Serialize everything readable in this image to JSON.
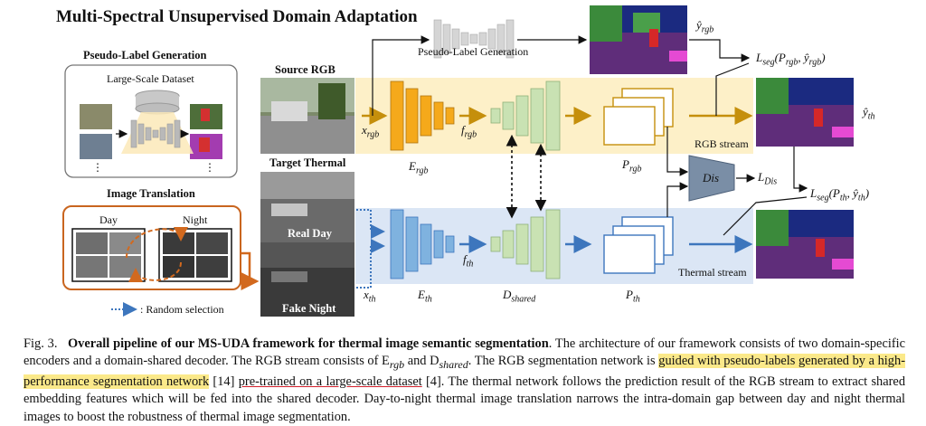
{
  "figure": {
    "title": "Multi-Spectral Unsupervised Domain Adaptation",
    "pseudo_label_box": {
      "header": "Pseudo-Label Generation",
      "dataset_label": "Large-Scale Dataset",
      "dots": "⋮"
    },
    "image_translation_box": {
      "header": "Image Translation",
      "day_label": "Day",
      "night_label": "Night"
    },
    "legend_random_selection": ": Random selection",
    "source_rgb_label": "Source RGB",
    "target_thermal_label": "Target Thermal",
    "real_day_label": "Real Day",
    "fake_night_label": "Fake Night",
    "top_pseudo_label": "Pseudo-Label Generation",
    "rgb_stream_label": "RGB stream",
    "thermal_stream_label": "Thermal stream",
    "dis_label": "Dis",
    "colors": {
      "rgb_band": "#fdf0c8",
      "thermal_band": "#dbe6f5",
      "encoder_rgb": "#f5a91b",
      "encoder_th": "#7fb2df",
      "decoder": "#c9e2b3",
      "arrow_rgb": "#c58f0c",
      "arrow_th": "#3d76bd",
      "discriminator": "#7a8ea6"
    }
  },
  "caption": {
    "fig_label": "Fig. 3.",
    "bold_title": "Overall pipeline of our MS-UDA framework for thermal image semantic segmentation",
    "part1": ". The architecture of our framework consists of two domain-specific encoders and a domain-shared decoder. The RGB stream consists of E",
    "part1_sub": "rgb",
    "part1b": " and D",
    "part1b_sub": "shared",
    "part1c": ". The RGB segmentation network is ",
    "highlight": "guided with pseudo-labels generated by a high-performance segmentation network",
    "part2": " [14] ",
    "underline": "pre-trained on a large-scale dataset",
    "part3": " [4]. The thermal network follows the prediction result of the RGB stream to extract shared embedding features which will be fed into the shared decoder. Day-to-night thermal image translation narrows the intra-domain gap between day and night thermal images to boost the robustness of thermal image segmentation."
  }
}
